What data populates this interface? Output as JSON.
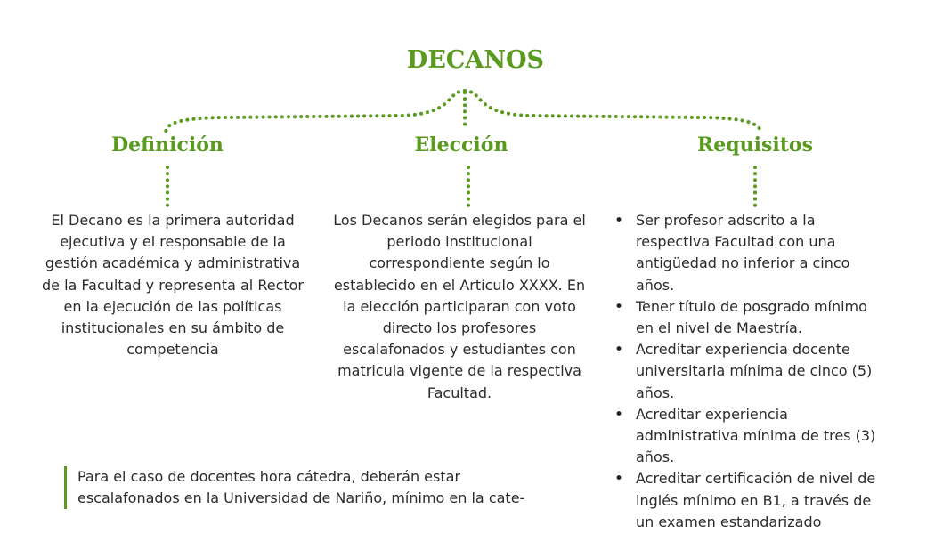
{
  "title": "DECANOS",
  "colors": {
    "accent": "#5a9a1e",
    "text": "#2b2b2b"
  },
  "columns": {
    "definicion": {
      "heading": "Definición",
      "text": "El Decano es la primera autoridad ejecutiva y el responsable de la gestión académica y administrativa de la Facultad y representa al Rector en la ejecución de las políticas institucionales en su ámbito de competencia"
    },
    "eleccion": {
      "heading": "Elección",
      "text": "Los Decanos serán elegidos para el periodo institucional correspondiente según lo establecido en el Artículo XXXX. En la elección participaran con voto directo los profesores escalafonados y estudiantes con matricula vigente de la respectiva Facultad."
    },
    "requisitos": {
      "heading": "Requisitos",
      "items": [
        "Ser profesor adscrito a la respectiva Facultad con una antigüedad no inferior a cinco años.",
        "Tener título de posgrado mínimo en el nivel de Maestría.",
        "Acreditar experiencia docente universitaria mínima de cinco (5) años.",
        "Acreditar experiencia administrativa mínima de tres (3) años.",
        "Acreditar certificación de nivel de inglés mínimo en B1, a través de un examen estandarizado"
      ]
    }
  },
  "note": "Para el caso de docentes hora cátedra, deberán estar escalafonados en la Universidad de Nariño, mínimo en la cate-"
}
